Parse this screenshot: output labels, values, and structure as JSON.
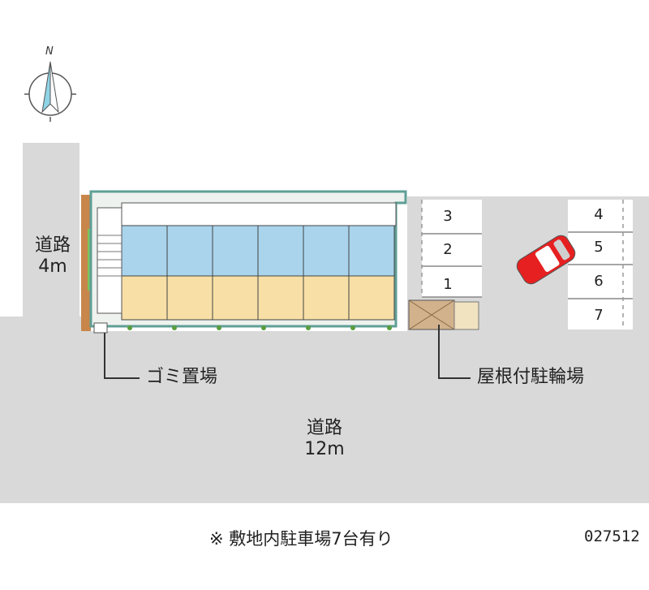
{
  "compass": {
    "north_label": "N",
    "icon": "compass-icon"
  },
  "roads": {
    "side_road": {
      "name": "道路",
      "width": "4m"
    },
    "main_road": {
      "name": "道路",
      "width": "12m"
    }
  },
  "labels": {
    "garbage": "ゴミ置場",
    "bicycle": "屋根付駐輪場"
  },
  "parking": {
    "left_slots": [
      "3",
      "2",
      "1"
    ],
    "right_slots": [
      "4",
      "5",
      "6",
      "7"
    ]
  },
  "footer": {
    "note": "※ 敷地内駐車場7台有り",
    "code": "027512"
  },
  "colors": {
    "road": "#d9d9d9",
    "building_outline": "#5f9f96",
    "room_upper": "#a9d4ec",
    "room_lower": "#f7dfa6",
    "car": "#e62020",
    "bike_shed": "#d2b28c",
    "hedge": "#7cc35f",
    "wall_brick": "#c8864b"
  }
}
